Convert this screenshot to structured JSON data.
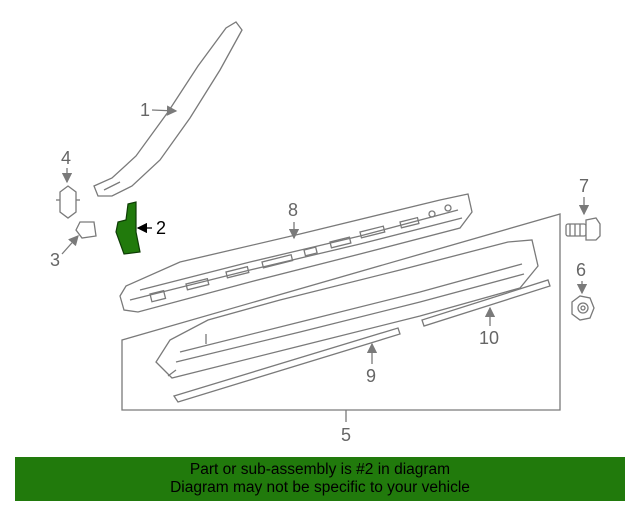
{
  "callouts": {
    "c1": "1",
    "c2": "2",
    "c3": "3",
    "c4": "4",
    "c5": "5",
    "c6": "6",
    "c7": "7",
    "c8": "8",
    "c9": "9",
    "c10": "10"
  },
  "highlight_color": "#217a0c",
  "banner": {
    "line1": "Part or sub-assembly is #2 in diagram",
    "line2": "Diagram may not be specific to your vehicle"
  }
}
